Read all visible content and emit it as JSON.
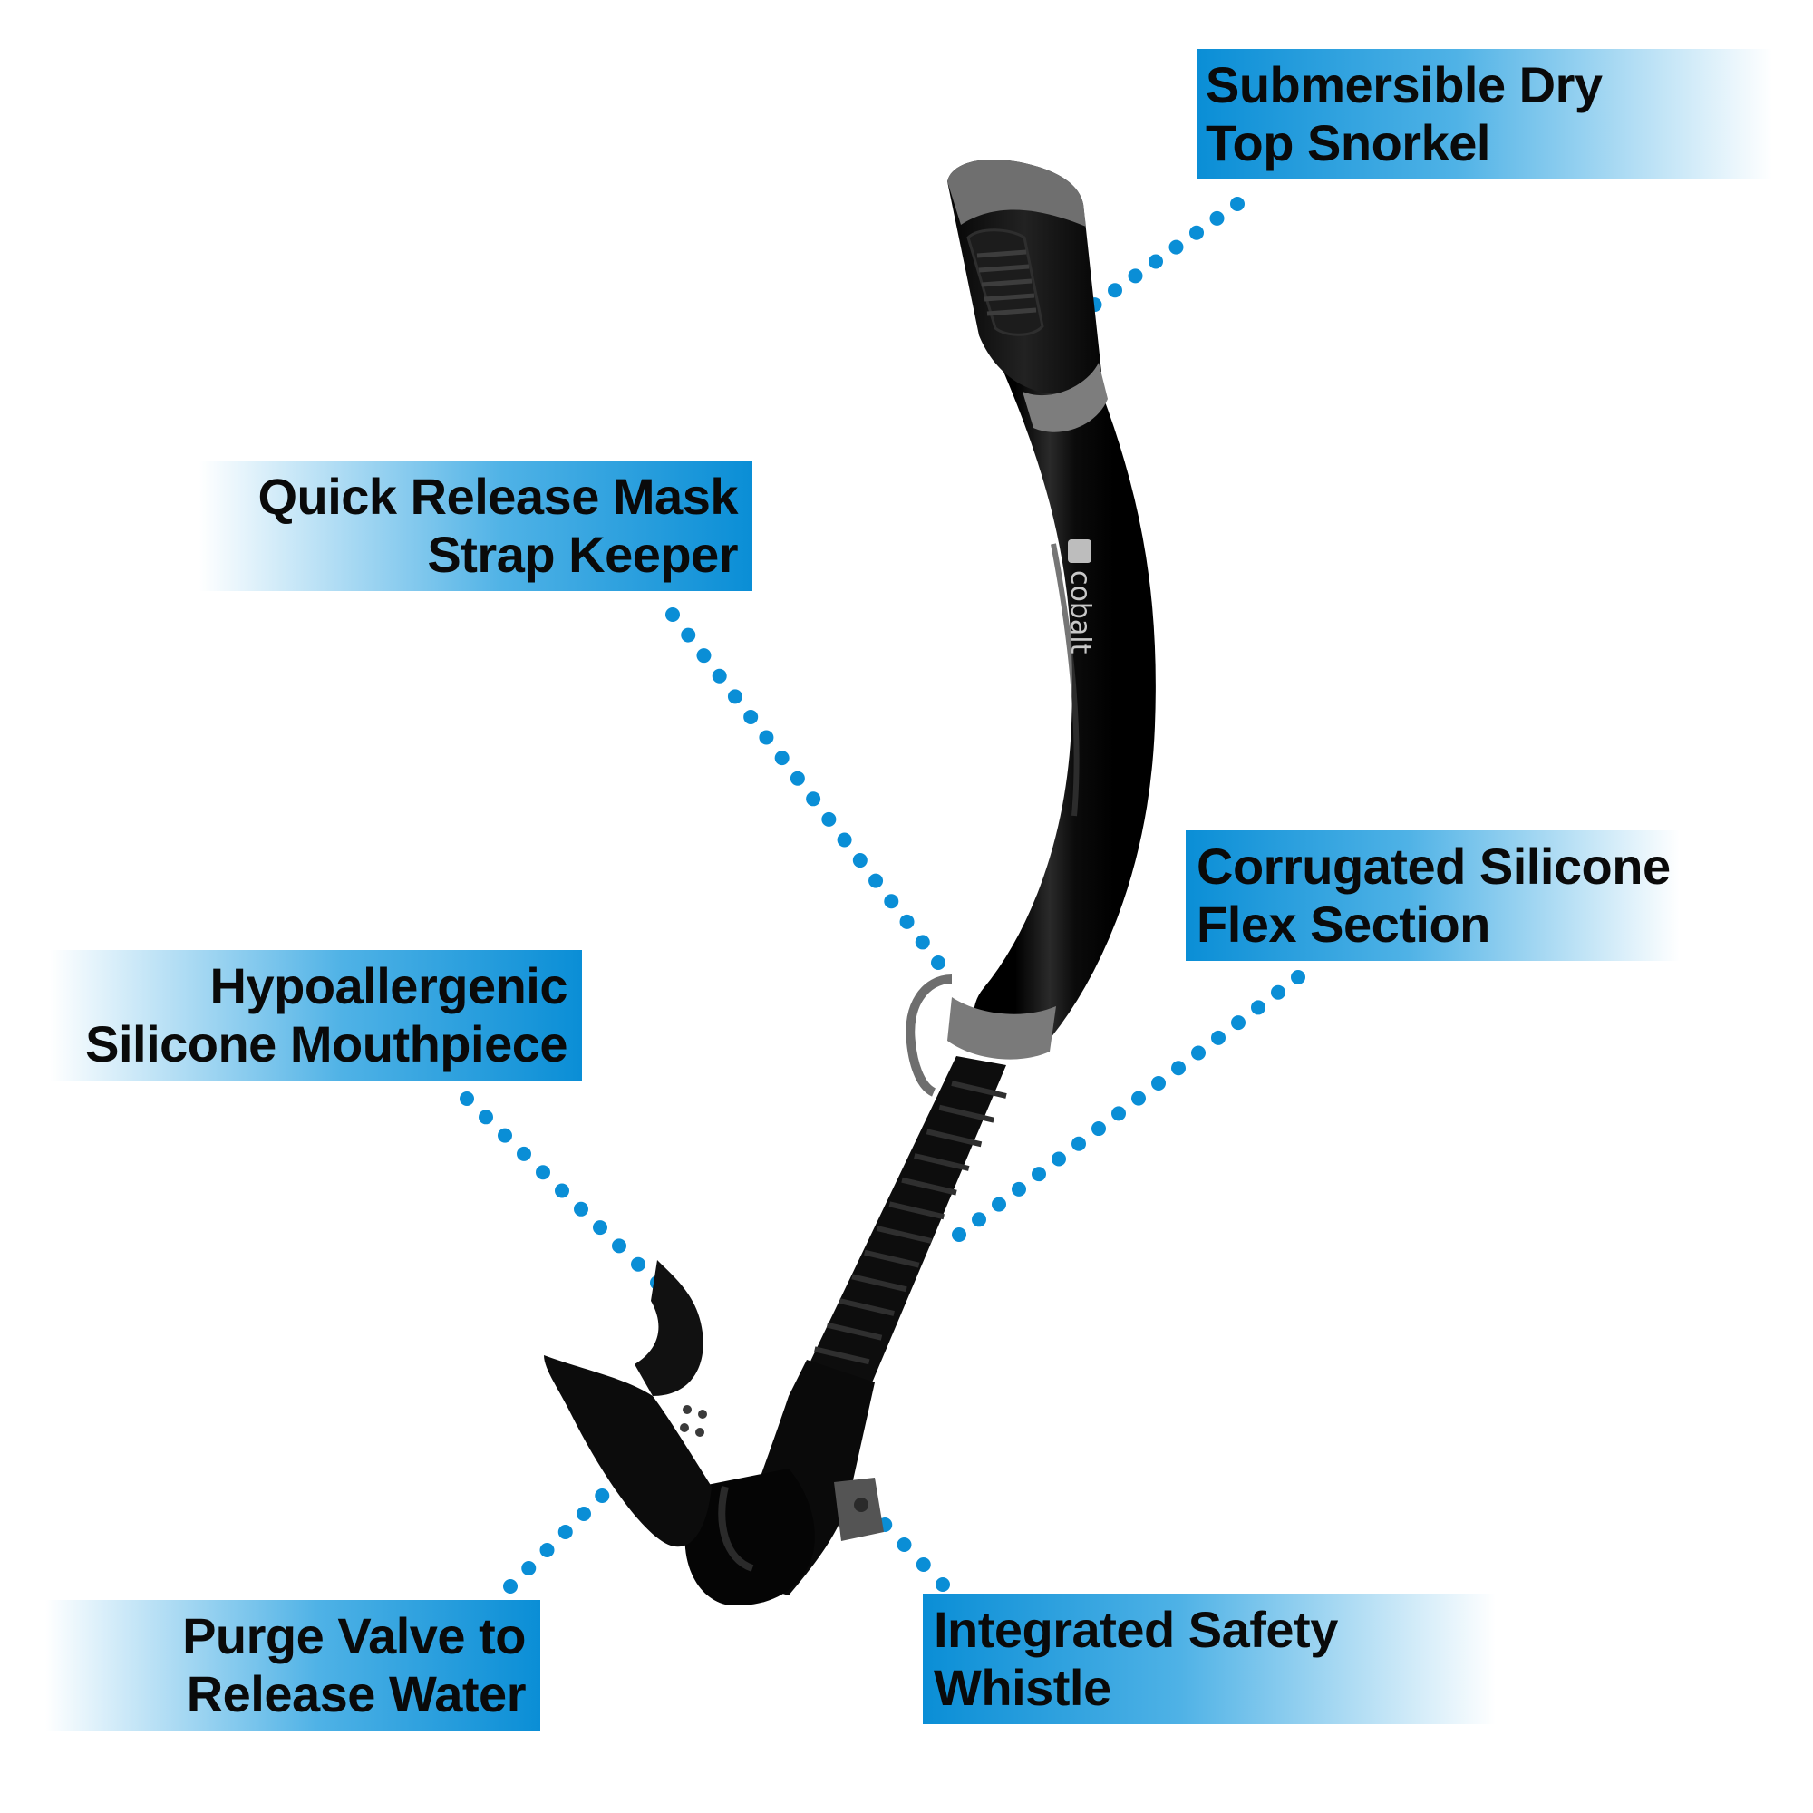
{
  "callouts": {
    "dry_top": {
      "line1": "Submersible Dry",
      "line2": "Top Snorkel"
    },
    "strap_keeper": {
      "line1": "Quick Release Mask",
      "line2": "Strap Keeper"
    },
    "flex_section": {
      "line1": "Corrugated Silicone",
      "line2": "Flex Section"
    },
    "mouthpiece": {
      "line1": "Hypoallergenic",
      "line2": "Silicone Mouthpiece"
    },
    "purge_valve": {
      "line1": "Purge Valve to",
      "line2": "Release Water"
    },
    "whistle": {
      "line1": "Integrated Safety",
      "line2": "Whistle"
    }
  },
  "product": {
    "brand_mark": "cobalt"
  },
  "colors": {
    "callout_blue": "#0a8ed6",
    "leader_dot": "#0a8ed6",
    "snorkel_body": "#0b0b0b",
    "snorkel_accent": "#7a7a7a"
  },
  "icons": {
    "brand_logo": "cobalt-whale-tail-icon"
  }
}
